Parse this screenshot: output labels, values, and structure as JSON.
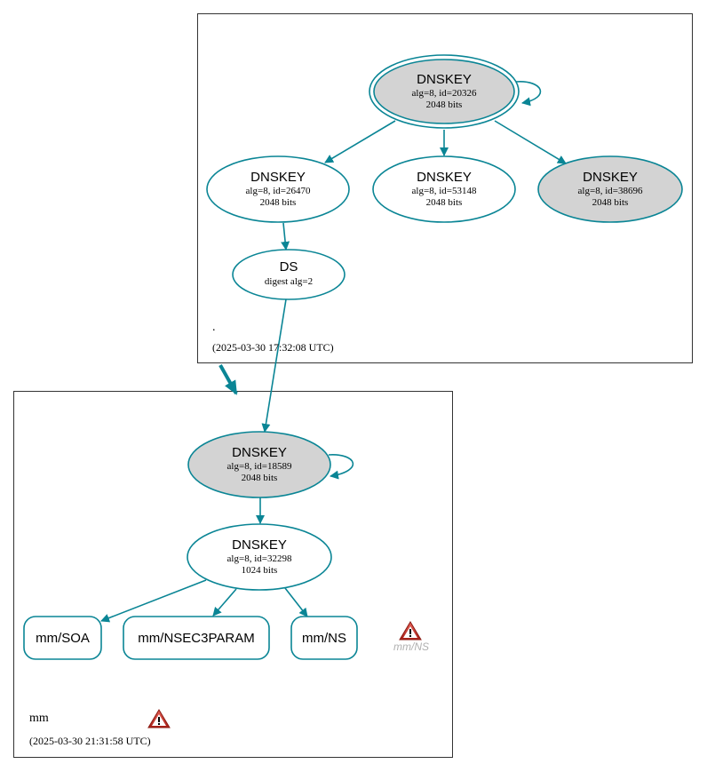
{
  "colors": {
    "edge": "#0a8595",
    "node_fill_sep": "#d3d3d3",
    "node_fill_plain": "#ffffff",
    "zone_border": "#333333",
    "warning": "#c0392b"
  },
  "zones": {
    "root": {
      "label": ".",
      "timestamp": "(2025-03-30 17:32:08 UTC)"
    },
    "mm": {
      "label": "mm",
      "timestamp": "(2025-03-30 21:31:58 UTC)"
    }
  },
  "nodes": {
    "root_ksk": {
      "title": "DNSKEY",
      "line1": "alg=8, id=20326",
      "line2": "2048 bits"
    },
    "root_zsk1": {
      "title": "DNSKEY",
      "line1": "alg=8, id=26470",
      "line2": "2048 bits"
    },
    "root_zsk2": {
      "title": "DNSKEY",
      "line1": "alg=8, id=53148",
      "line2": "2048 bits"
    },
    "root_ksk2": {
      "title": "DNSKEY",
      "line1": "alg=8, id=38696",
      "line2": "2048 bits"
    },
    "mm_ds": {
      "title": "DS",
      "line1": "digest alg=2"
    },
    "mm_ksk": {
      "title": "DNSKEY",
      "line1": "alg=8, id=18589",
      "line2": "2048 bits"
    },
    "mm_zsk": {
      "title": "DNSKEY",
      "line1": "alg=8, id=32298",
      "line2": "1024 bits"
    }
  },
  "rrsets": {
    "soa": "mm/SOA",
    "nsec3param": "mm/NSEC3PARAM",
    "ns": "mm/NS",
    "ns_warning": "mm/NS"
  },
  "icons": {
    "rrset_warning": "warning-icon",
    "zone_warning": "warning-icon"
  }
}
